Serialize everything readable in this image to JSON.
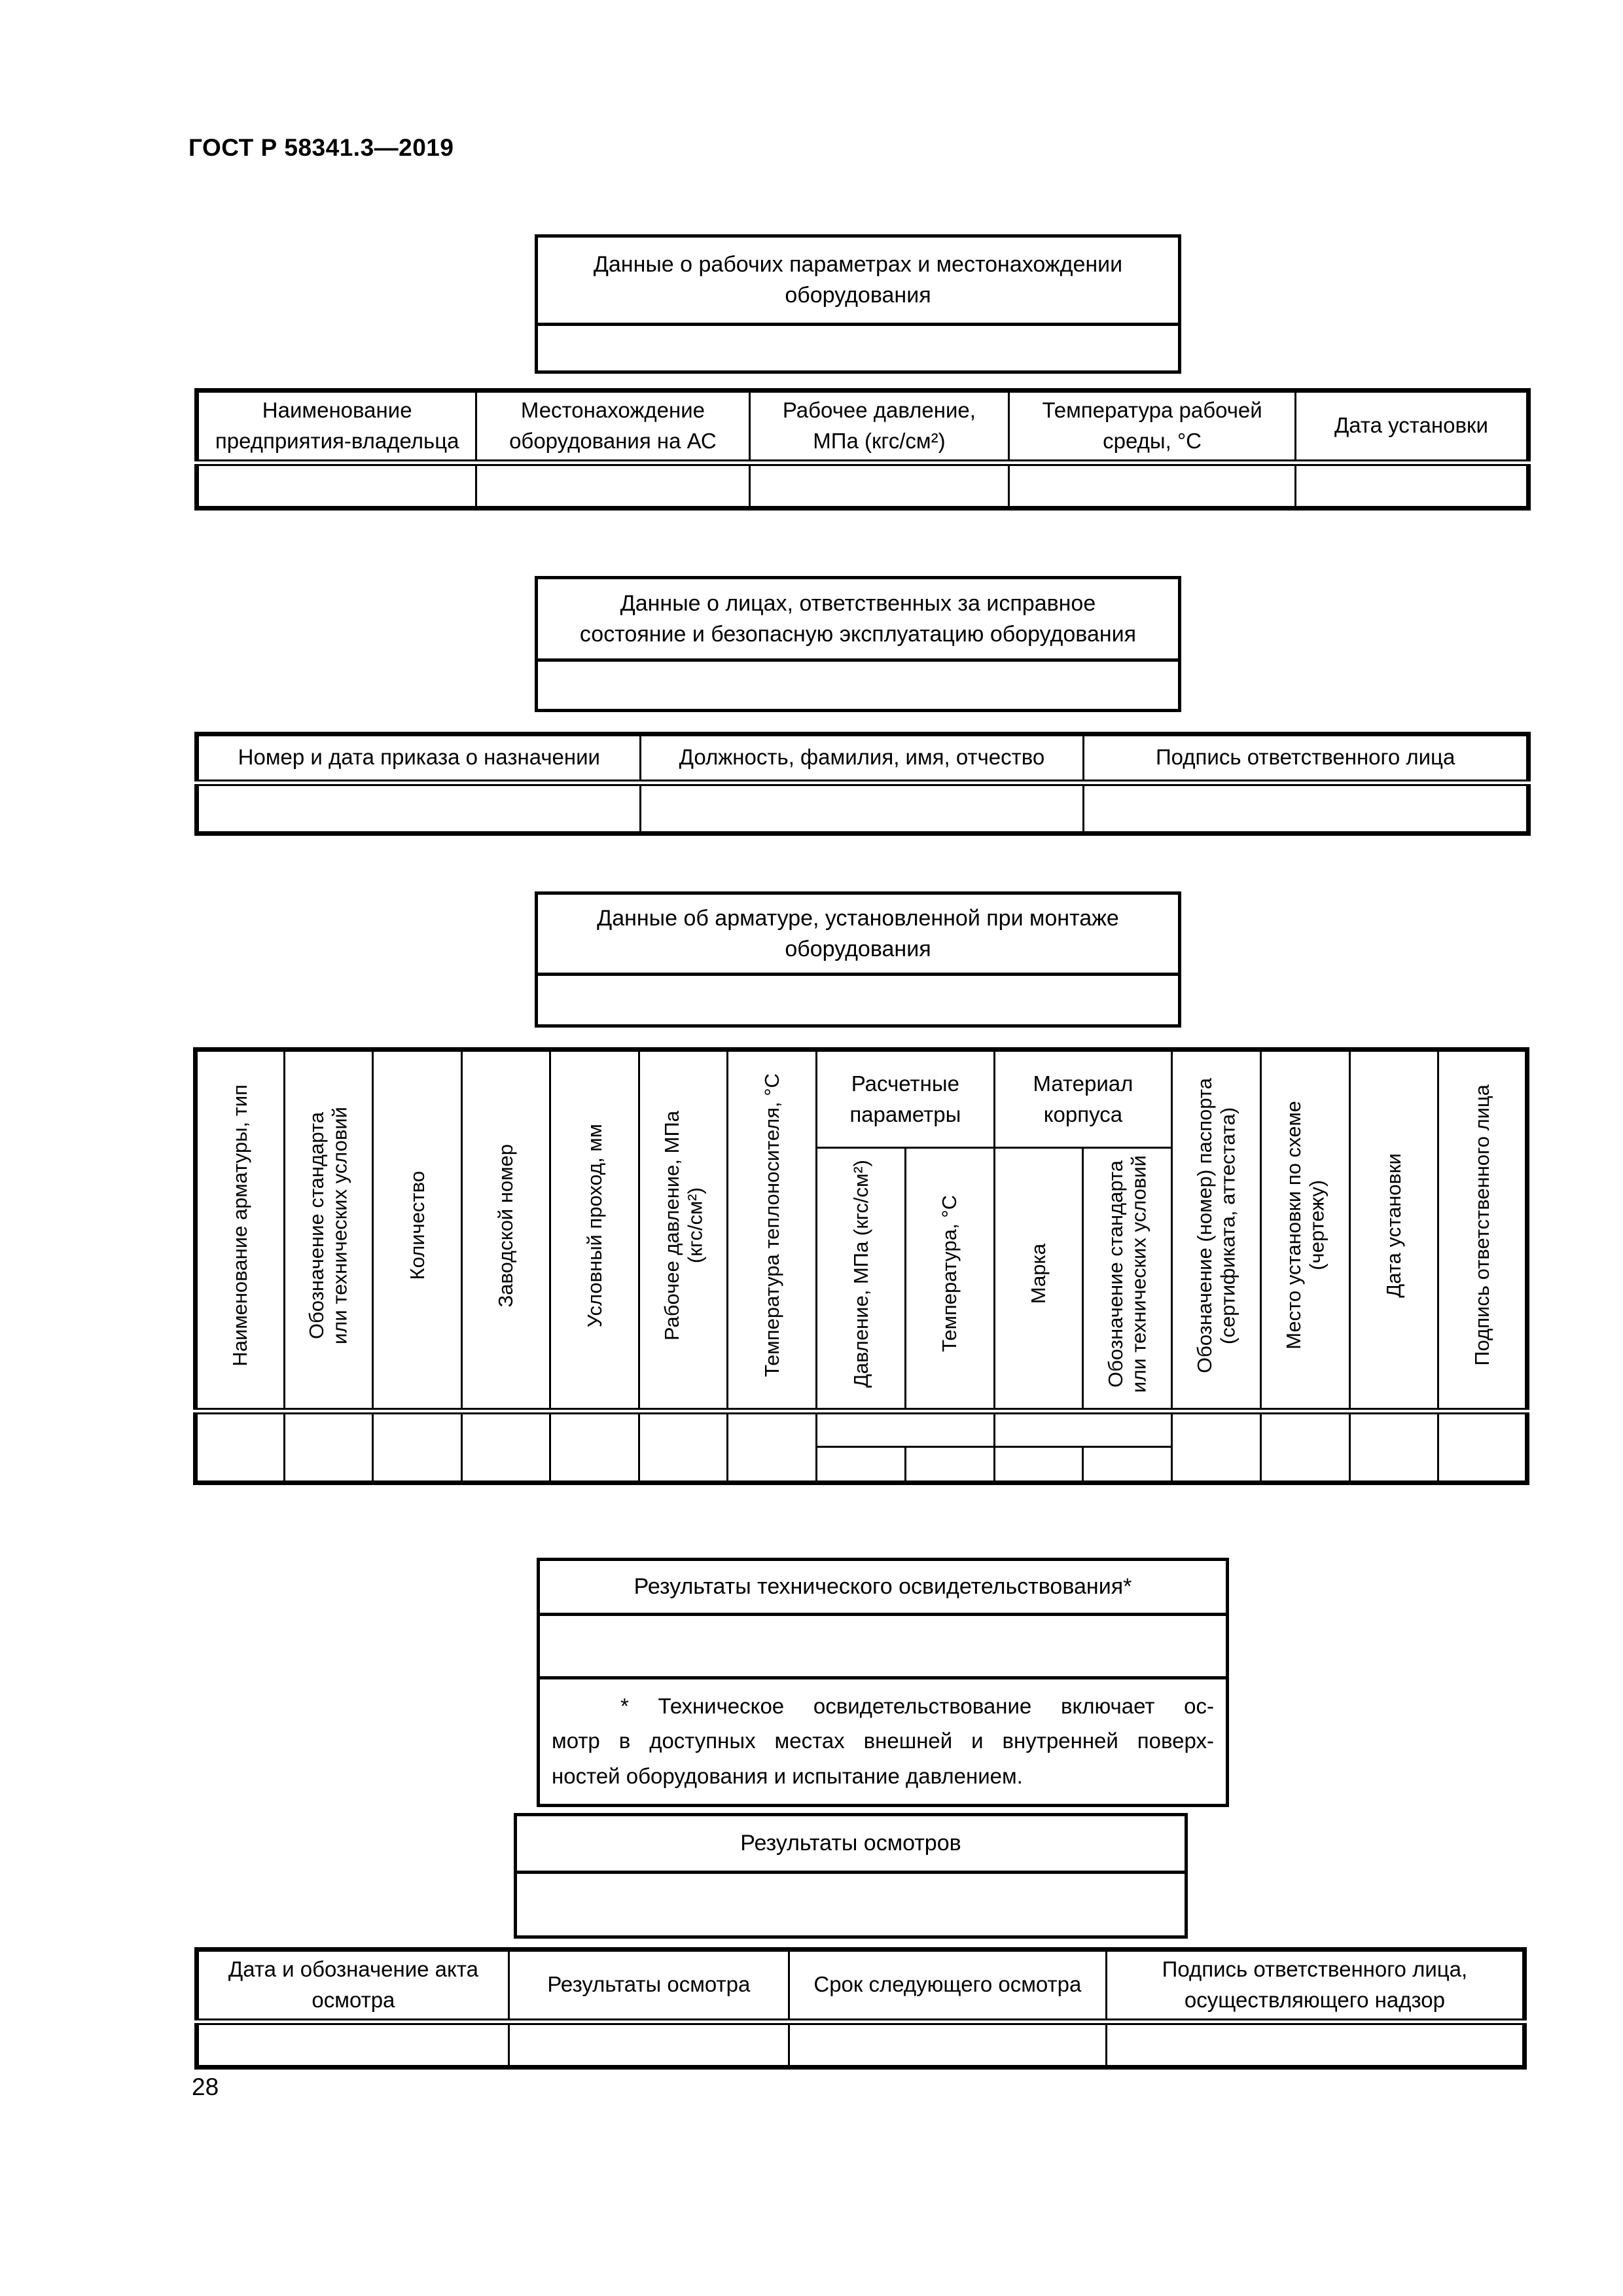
{
  "page": {
    "standard": "ГОСТ Р 58341.3—2019",
    "page_number": "28"
  },
  "boxes": {
    "working_params": {
      "title": "Данные о рабочих параметрах и местонахождении\nоборудования"
    },
    "responsible_persons": {
      "title": "Данные о лицах, ответственных за исправное\nсостояние и безопасную эксплуатацию оборудования"
    },
    "valves_mounted": {
      "title": "Данные об арматуре, установленной при монтаже\nоборудования"
    },
    "tech_examination": {
      "title": "Результаты технического освидетельствования*",
      "footnote_lines": [
        "* Техническое освидетельствование включает ос-",
        "мотр в доступных местах внешней и внутренней поверх-",
        "ностей оборудования и испытание давлением."
      ]
    },
    "inspections": {
      "title": "Результаты осмотров"
    }
  },
  "owner_table": {
    "headers": [
      "Наименование\nпредприятия-владельца",
      "Местонахождение\nоборудования на АС",
      "Рабочее давление,\nМПа (кгс/см²)",
      "Температура рабочей\nсреды, °С",
      "Дата установки"
    ]
  },
  "persons_table": {
    "headers": [
      "Номер и дата приказа о назначении",
      "Должность, фамилия, имя, отчество",
      "Подпись ответственного лица"
    ]
  },
  "valve_table": {
    "left_columns": [
      "Наименование арматуры, тип",
      "Обозначение стандарта\nили технических условий",
      "Количество",
      "Заводской номер",
      "Условный проход, мм",
      "Рабочее давление, МПа\n(кгс/см²)",
      "Температура теплоносителя, °С"
    ],
    "calc_group": {
      "label": "Расчетные\nпараметры",
      "sub": [
        "Давление, МПа (кгс/см²)",
        "Температура, °С"
      ]
    },
    "material_group": {
      "label": "Материал\nкорпуса",
      "sub": [
        "Марка",
        "Обозначение стандарта\nили технических условий"
      ]
    },
    "right_columns": [
      "Обозначение (номер) паспорта\n(сертификата, аттестата)",
      "Место установки по схеме\n(чертежу)",
      "Дата установки",
      "Подпись ответственного лица"
    ]
  },
  "inspection_table": {
    "headers": [
      "Дата и обозначение акта\nосмотра",
      "Результаты осмотра",
      "Срок следующего осмотра",
      "Подпись ответственного лица,\nосуществляющего надзор"
    ]
  }
}
